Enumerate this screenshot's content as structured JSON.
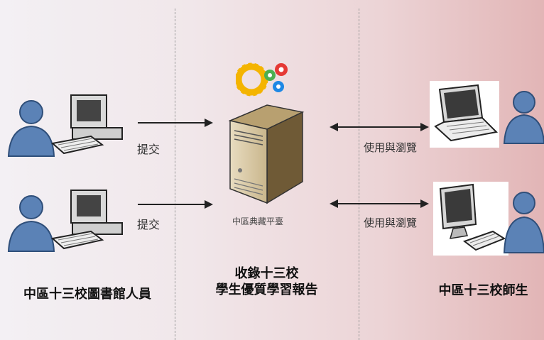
{
  "left": {
    "submit_label_1": "提交",
    "submit_label_2": "提交",
    "title": "中區十三校圖書館人員"
  },
  "center": {
    "server_label": "中區典藏平臺",
    "title_line1": "收錄十三校",
    "title_line2": "學生優質學習報告"
  },
  "right": {
    "use_label_1": "使用與瀏覽",
    "use_label_2": "使用與瀏覽",
    "title": "中區十三校師生"
  },
  "icons": {
    "librarian": "person-with-desktop-computer",
    "server": "tower-server",
    "gears": "colorful-gears",
    "user_laptop": "laptop-computer",
    "user_desktop": "lcd-desktop-computer"
  },
  "colors": {
    "person_blue": "#5b82b6",
    "background_left": "#f3f0f4",
    "background_right": "#e2b5b6"
  }
}
